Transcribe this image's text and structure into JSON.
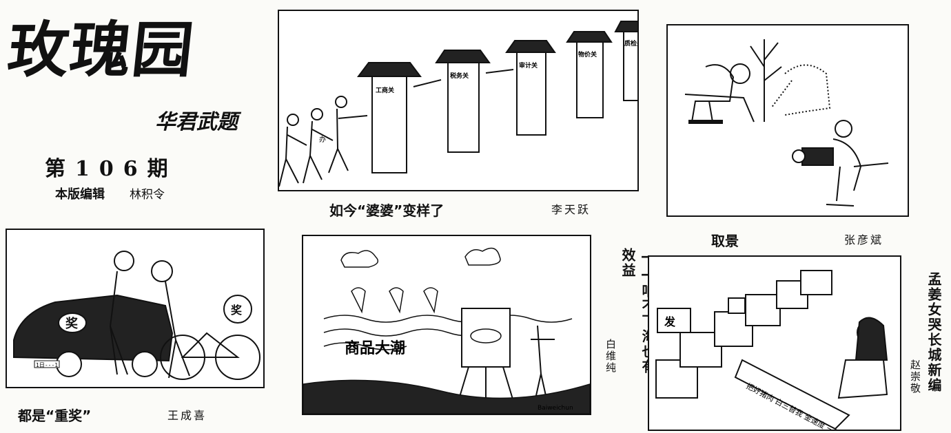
{
  "masthead": {
    "title": "玫瑰园",
    "signature": "华君武题",
    "issue": "第106期",
    "editor_label": "本版编辑",
    "editor_name": "林积令"
  },
  "cartoons": [
    {
      "title": "如今“婆婆”变样了",
      "author": "李天跃",
      "gate_labels": [
        "工商关",
        "税务关",
        "审计关",
        "物价关",
        "质检关"
      ],
      "doc_label": "办"
    },
    {
      "title": "取景",
      "author": "张彦斌"
    },
    {
      "title": "都是“重奖”",
      "author": "王成喜",
      "prize_label": "奖",
      "plate": "1日---1"
    },
    {
      "title": "——咱不下海也有效益",
      "author": "白维纯",
      "wave_label": "商品大潮",
      "signature": "Baiweichun"
    },
    {
      "title": "孟姜女哭长城新编",
      "author": "赵崇敬",
      "tile_label": "发",
      "scroll_text": "把好猪肉 白三替我 金速度 一万八千"
    }
  ]
}
